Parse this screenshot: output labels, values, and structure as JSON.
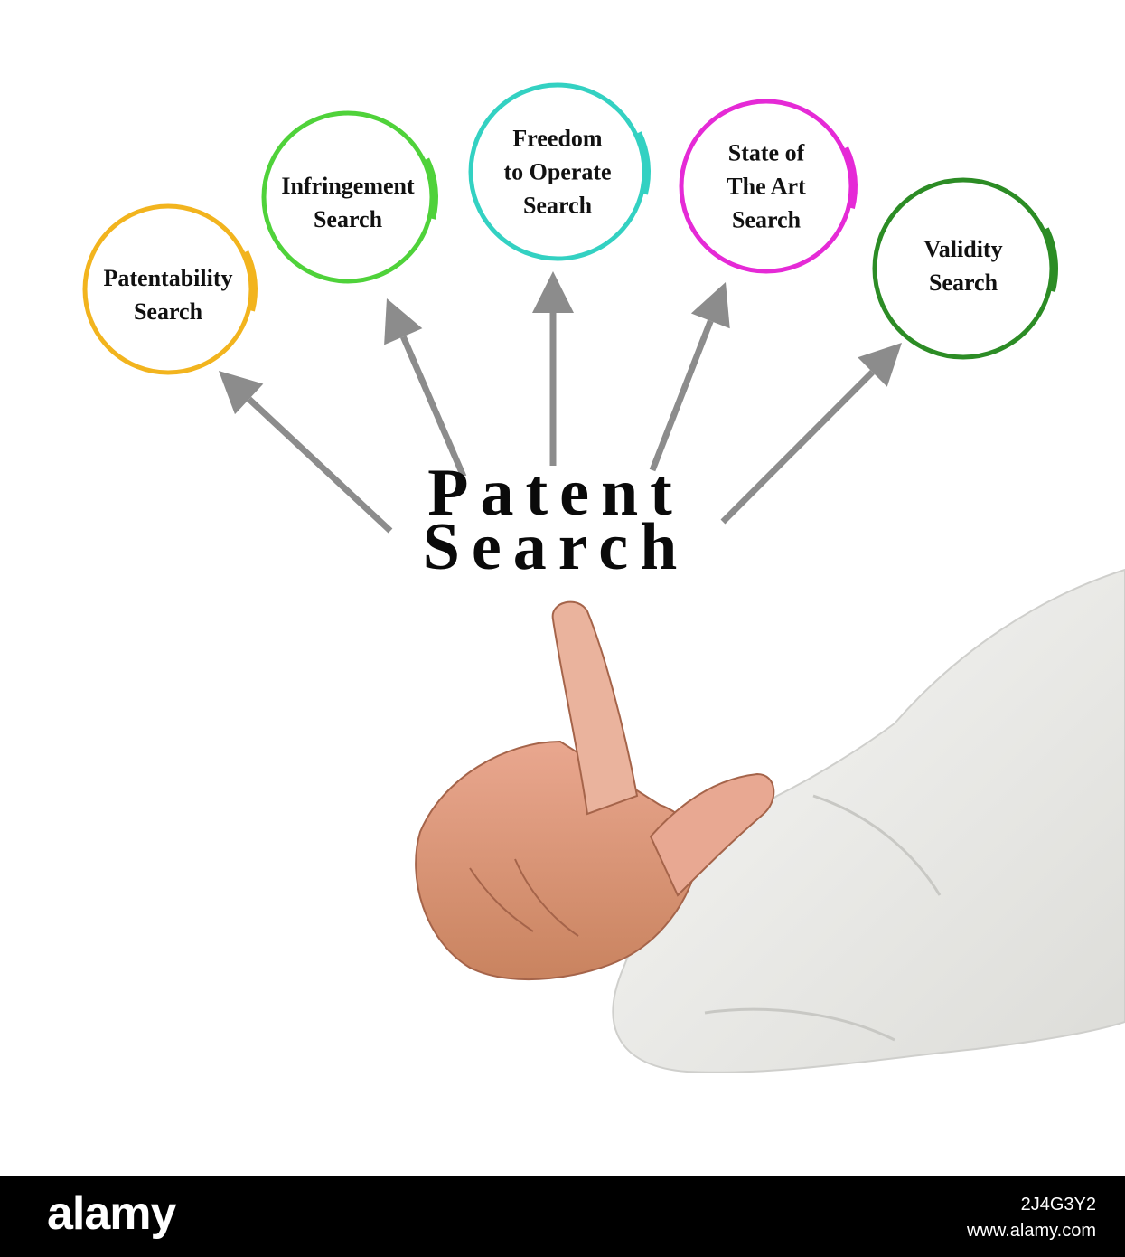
{
  "diagram": {
    "center_title_line1": "Patent",
    "center_title_line2": "Search",
    "nodes": [
      {
        "label": "Patentability\nSearch",
        "color": "#f2b41e"
      },
      {
        "label": "Infringement\nSearch",
        "color": "#4fd23a"
      },
      {
        "label": "Freedom\nto Operate\nSearch",
        "color": "#33d1c2"
      },
      {
        "label": "State of\nThe Art\nSearch",
        "color": "#e52ad6"
      },
      {
        "label": "Validity\nSearch",
        "color": "#2c8c25"
      }
    ],
    "arrow_color": "#8c8c8c"
  },
  "footer": {
    "logo_text": "alamy",
    "image_id": "2J4G3Y2",
    "site": "www.alamy.com"
  }
}
